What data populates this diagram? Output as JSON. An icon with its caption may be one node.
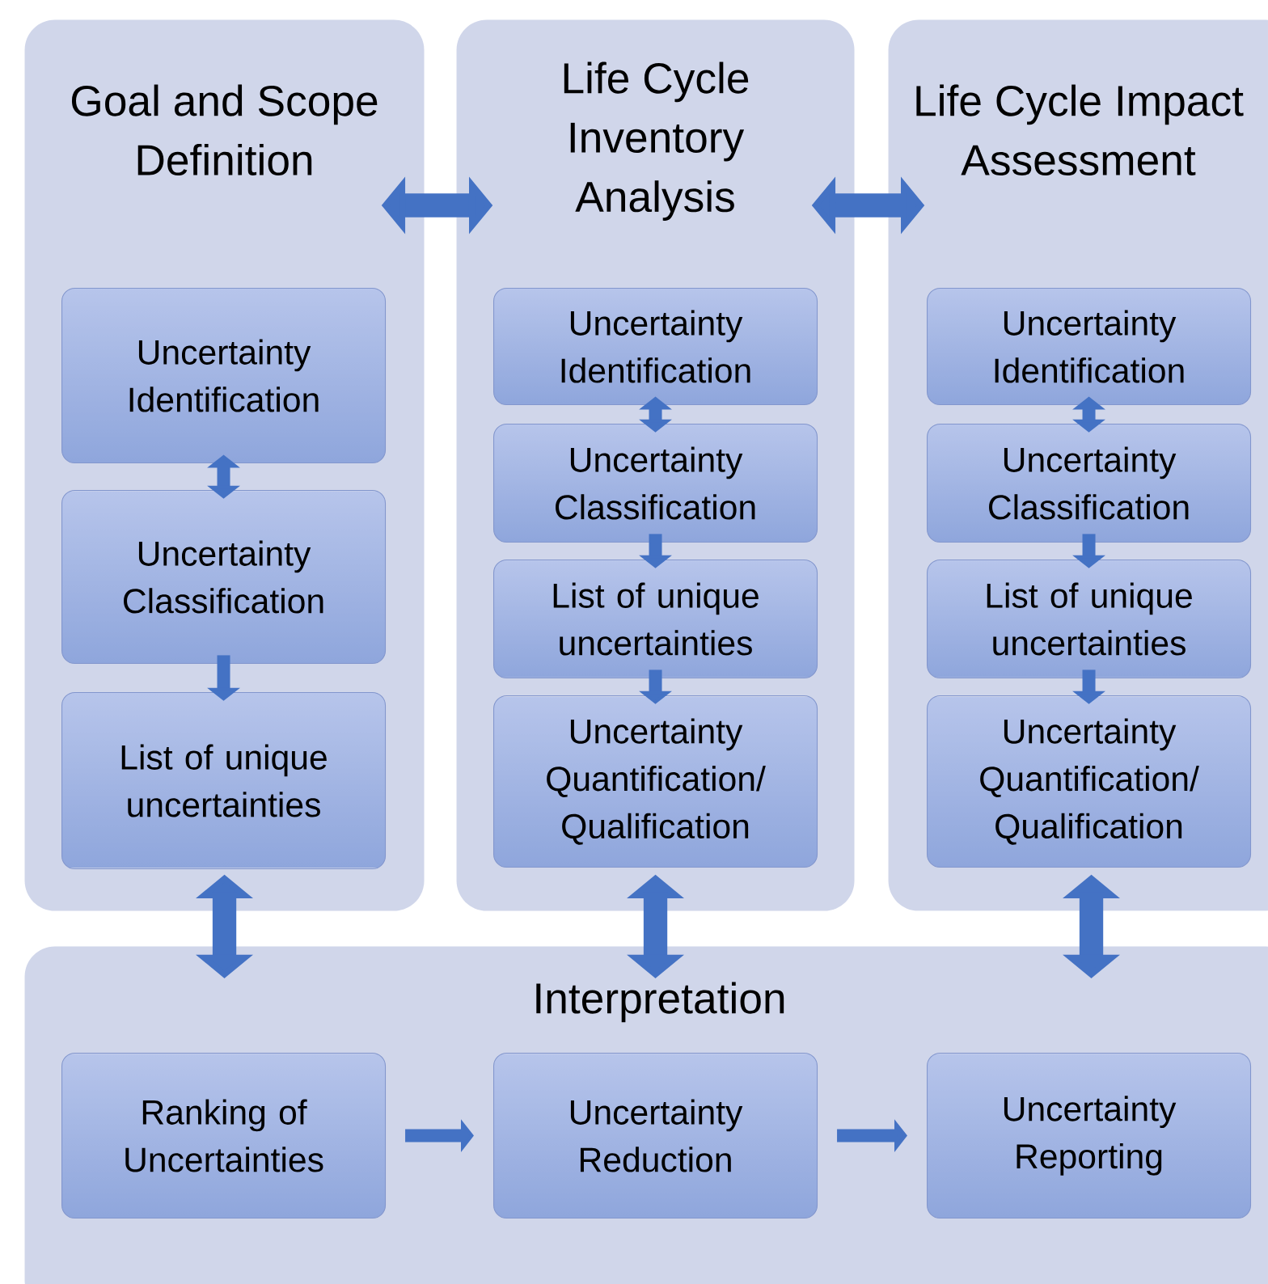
{
  "diagram": {
    "nodes": [
      {
        "text": [
          "Goal and Scope Definition"
        ]
      },
      {
        "text": [
          "Uncertainty Identification"
        ],
        "in": 0
      },
      {
        "text": [
          "Uncertainty Classification"
        ],
        "in": 0
      },
      {
        "text": [
          "List of unique uncertainties"
        ],
        "in": 0
      },
      {
        "text": [
          "Life Cycle Inventory Analysis"
        ]
      },
      {
        "text": [
          "Uncertainty Identification"
        ],
        "in": 4
      },
      {
        "text": [
          "Uncertainty Classification"
        ],
        "in": 4
      },
      {
        "text": [
          "List of unique uncertainties"
        ],
        "in": 4
      },
      {
        "text": [
          "Uncertainty Quantification/ Qualification"
        ],
        "in": 4
      },
      {
        "text": [
          "Life Cycle Impact Assessment"
        ]
      },
      {
        "text": [
          "Uncertainty Identification"
        ],
        "in": 9
      },
      {
        "text": [
          "Uncertainty Classification"
        ],
        "in": 9
      },
      {
        "text": [
          "List of unique uncertainties"
        ],
        "in": 9
      },
      {
        "text": [
          "Uncertainty Quantification/ Qualification"
        ],
        "in": 9
      },
      {
        "text": [
          "Interpretation"
        ]
      },
      {
        "text": [
          "Ranking of Uncertainties"
        ],
        "in": 14
      },
      {
        "text": [
          "Uncertainty Reduction"
        ],
        "in": 14
      },
      {
        "text": [
          "Uncertainty Reporting"
        ],
        "in": 14
      }
    ],
    "edges": [
      {
        "from": 0,
        "to": 4,
        "arrow": "both",
        "style": "thick"
      },
      {
        "from": 4,
        "to": 9,
        "arrow": "both",
        "style": "thick"
      },
      {
        "from": 1,
        "to": 2,
        "arrow": "both"
      },
      {
        "from": 2,
        "to": 3,
        "arrow": "to"
      },
      {
        "from": 5,
        "to": 6,
        "arrow": "both"
      },
      {
        "from": 6,
        "to": 7,
        "arrow": "to"
      },
      {
        "from": 7,
        "to": 8,
        "arrow": "to"
      },
      {
        "from": 10,
        "to": 11,
        "arrow": "both"
      },
      {
        "from": 11,
        "to": 12,
        "arrow": "to"
      },
      {
        "from": 12,
        "to": 13,
        "arrow": "to"
      },
      {
        "from": 0,
        "to": 14,
        "arrow": "both",
        "style": "thick"
      },
      {
        "from": 4,
        "to": 14,
        "arrow": "both",
        "style": "thick"
      },
      {
        "from": 9,
        "to": 14,
        "arrow": "both",
        "style": "thick"
      },
      {
        "from": 15,
        "to": 16,
        "arrow": "to"
      },
      {
        "from": 16,
        "to": 17,
        "arrow": "to"
      }
    ]
  }
}
